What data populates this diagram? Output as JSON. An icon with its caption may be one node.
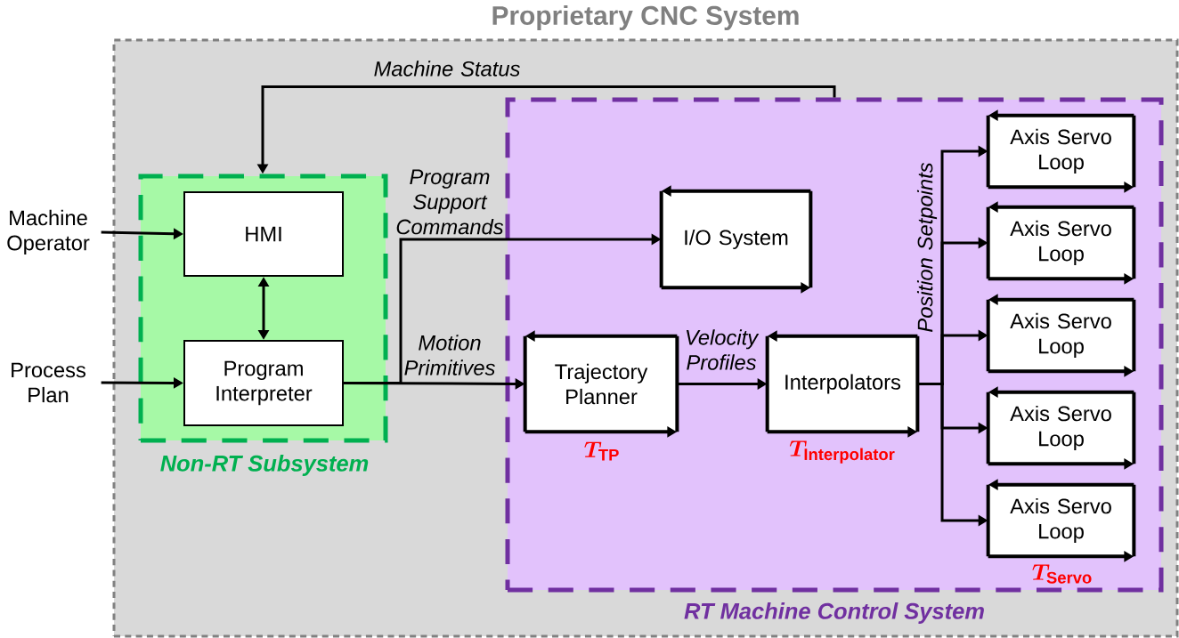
{
  "diagram": {
    "nodes": [
      {
        "text": [
          "Proprietary CNC System"
        ]
      },
      {
        "text": [
          "Non-RT Subsystem"
        ],
        "in": 0
      },
      {
        "text": [
          "RT Machine Control System"
        ],
        "in": 0
      },
      {
        "text": [
          "Machine Operator"
        ]
      },
      {
        "text": [
          "Process Plan"
        ]
      },
      {
        "text": [
          "HMI"
        ],
        "in": 1
      },
      {
        "text": [
          "Program Interpreter"
        ],
        "in": 1
      },
      {
        "text": [
          "I/O System"
        ],
        "in": 2
      },
      {
        "text": [
          "Trajectory Planner"
        ],
        "in": 2,
        "beside": [
          "T_{\\mathrm{TP}}"
        ]
      },
      {
        "text": [
          "Interpolators"
        ],
        "in": 2,
        "beside": [
          "T_{\\mathrm{Interpolator}}"
        ]
      },
      {
        "text": [
          "Axis Servo Loop"
        ],
        "in": 2
      },
      {
        "text": [
          "Axis Servo Loop"
        ],
        "in": 2
      },
      {
        "text": [
          "Axis Servo Loop"
        ],
        "in": 2
      },
      {
        "text": [
          "Axis Servo Loop"
        ],
        "in": 2
      },
      {
        "text": [
          "Axis Servo Loop"
        ],
        "in": 2,
        "beside": [
          "T_{\\mathrm{Servo}}"
        ]
      }
    ],
    "edges": [
      {
        "from": 3,
        "to": 5,
        "arrow": "to"
      },
      {
        "from": 4,
        "to": 6,
        "arrow": "to"
      },
      {
        "from": 5,
        "to": 6,
        "arrow": "both"
      },
      {
        "from": 2,
        "to": 1,
        "arrow": "to",
        "label": "Machine Status"
      },
      {
        "from": 6,
        "to": 7,
        "arrow": "to",
        "label": "Program Support Commands"
      },
      {
        "from": 6,
        "to": 8,
        "arrow": "to",
        "label": "Motion Primitives"
      },
      {
        "from": 8,
        "to": 9,
        "arrow": "to",
        "label": "Velocity Profiles"
      },
      {
        "from": 9,
        "to": 10,
        "arrow": "to",
        "label": "Position Setpoints"
      },
      {
        "from": 9,
        "to": 11,
        "arrow": "to"
      },
      {
        "from": 9,
        "to": 12,
        "arrow": "to"
      },
      {
        "from": 9,
        "to": 13,
        "arrow": "to"
      },
      {
        "from": 9,
        "to": 14,
        "arrow": "to"
      }
    ]
  }
}
